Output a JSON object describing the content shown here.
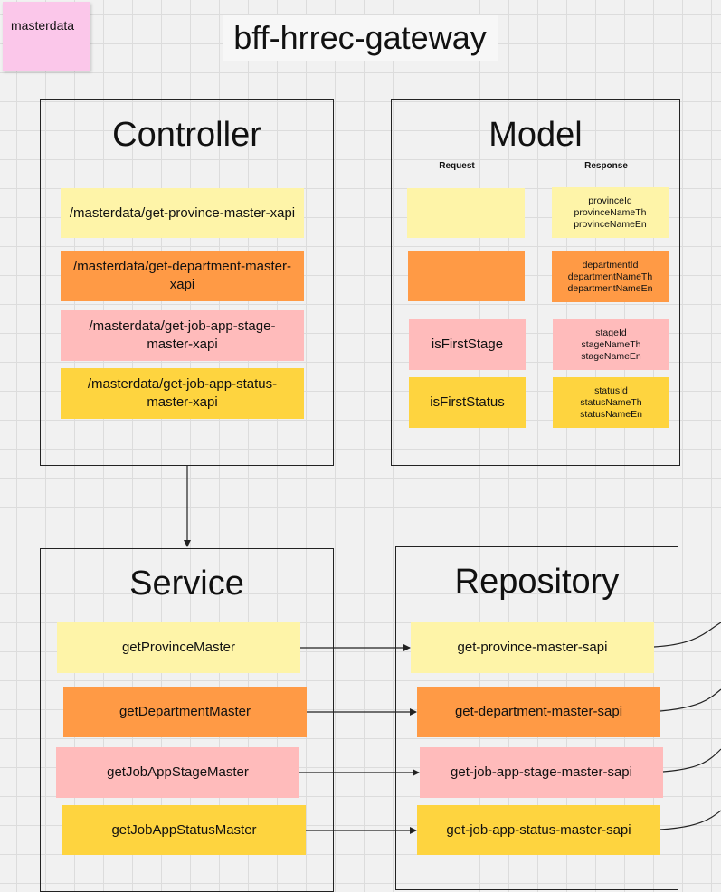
{
  "sticky_note": "masterdata",
  "title": "bff-hrrec-gateway",
  "controller": {
    "title": "Controller",
    "endpoints": [
      "/masterdata/get-province-master-xapi",
      "/masterdata/get-department-master-xapi",
      "/masterdata/get-job-app-stage-master-xapi",
      "/masterdata/get-job-app-status-master-xapi"
    ]
  },
  "model": {
    "title": "Model",
    "request_header": "Request",
    "response_header": "Response",
    "requests": [
      "",
      "",
      "isFirstStage",
      "isFirstStatus"
    ],
    "responses": [
      "provinceId\nprovinceNameTh\nprovinceNameEn",
      "departmentId\ndepartmentNameTh\ndepartmentNameEn",
      "stageId\nstageNameTh\nstageNameEn",
      "statusId\nstatusNameTh\nstatusNameEn"
    ]
  },
  "service": {
    "title": "Service",
    "methods": [
      "getProvinceMaster",
      "getDepartmentMaster",
      "getJobAppStageMaster",
      "getJobAppStatusMaster"
    ]
  },
  "repository": {
    "title": "Repository",
    "apis": [
      "get-province-master-sapi",
      "get-department-master-sapi",
      "get-job-app-stage-master-sapi",
      "get-job-app-status-master-sapi"
    ]
  },
  "colors": {
    "light_yellow": "#fef4a8",
    "orange": "#ff9a45",
    "pink": "#ffbbbb",
    "dark_yellow": "#fed43f"
  }
}
